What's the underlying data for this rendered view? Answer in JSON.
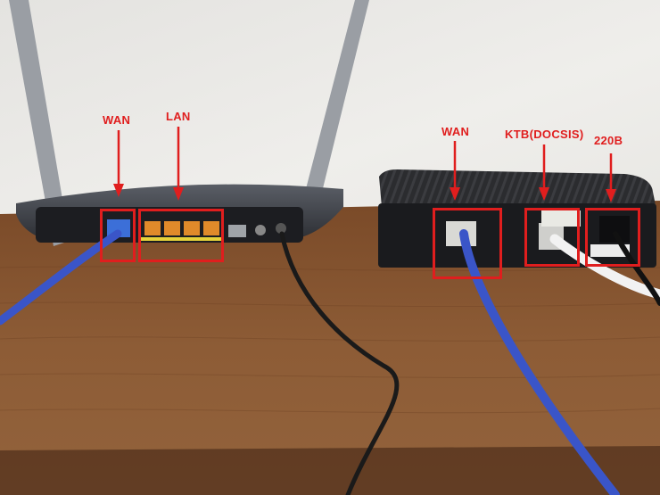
{
  "annotations": {
    "router_wan": "WAN",
    "router_lan": "LAN",
    "modem_wan": "WAN",
    "modem_ktb": "KTB(DOCSIS)",
    "modem_power": "220B"
  },
  "colors": {
    "annotation": "#e01e1e",
    "wall": "#ecebe8",
    "desk": "#8a5a34",
    "cable_blue": "#3a55c8",
    "cable_black": "#1a1a1a",
    "cable_white": "#f2f2f2"
  }
}
